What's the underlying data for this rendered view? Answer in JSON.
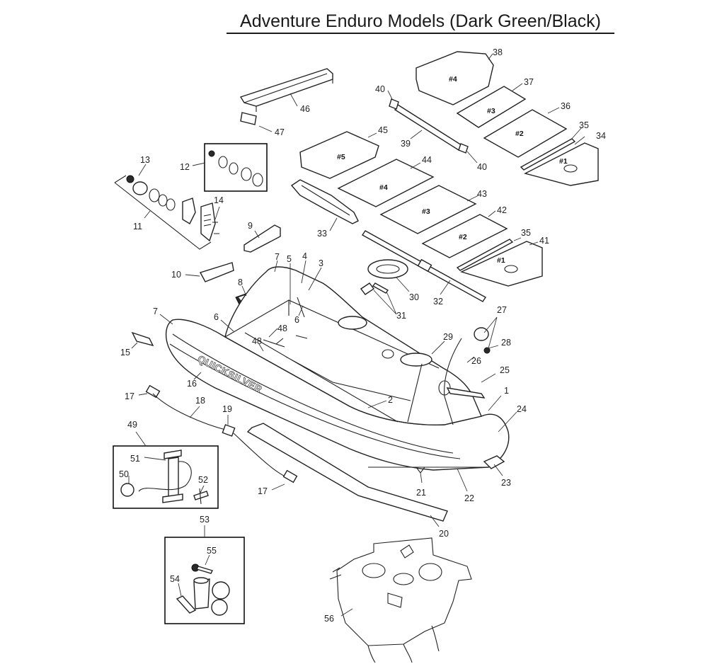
{
  "title": "Adventure Enduro Models (Dark Green/Black)",
  "boat_brand": "QUICKSILVER",
  "board_labels": [
    "#4",
    "#3",
    "#2",
    "#1",
    "#5",
    "#4",
    "#3",
    "#2",
    "#1"
  ],
  "callouts": [
    "1",
    "2",
    "3",
    "4",
    "5",
    "6",
    "6",
    "7",
    "7",
    "8",
    "9",
    "10",
    "11",
    "12",
    "13",
    "14",
    "15",
    "16",
    "17",
    "17",
    "18",
    "19",
    "20",
    "21",
    "22",
    "23",
    "24",
    "25",
    "26",
    "27",
    "28",
    "29",
    "30",
    "31",
    "32",
    "33",
    "34",
    "35",
    "35",
    "36",
    "37",
    "38",
    "39",
    "40",
    "40",
    "41",
    "42",
    "43",
    "44",
    "45",
    "46",
    "47",
    "48",
    "48",
    "49",
    "50",
    "51",
    "52",
    "53",
    "54",
    "55",
    "56"
  ]
}
